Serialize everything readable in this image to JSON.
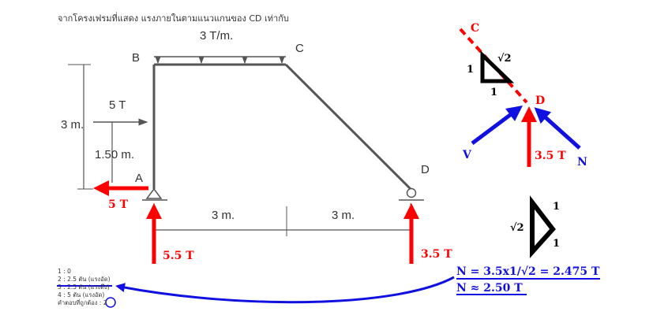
{
  "question": "จากโครงเฟรมที่แสดง แรงภายในตามแนวแกนของ CD เท่ากับ",
  "frame": {
    "load_label": "3 T/m.",
    "node_A": "A",
    "node_B": "B",
    "node_C": "C",
    "node_D": "D",
    "dim_height": "3 m.",
    "dim_mid": "1.50 m.",
    "horizontal_force": "5 T",
    "span_left": "3 m.",
    "span_right": "3 m."
  },
  "reactions": {
    "a_horizontal": "5 T",
    "a_vertical": "5.5 T",
    "d_vertical": "3.5 T"
  },
  "free_body": {
    "label_c": "C",
    "label_d": "D",
    "label_v": "V",
    "label_n": "N",
    "force": "3.5 T",
    "tri1_side_left": "1",
    "tri1_side_bottom": "1",
    "tri1_hyp": "√2",
    "tri2_side_top": "1",
    "tri2_side_bottom": "1",
    "tri2_hyp": "√2"
  },
  "solution": {
    "line1": "N = 3.5x1/√2 = 2.475 T",
    "line2": "N ≈ 2.50 T"
  },
  "choices": [
    "1 : 0",
    "2 : 2.5 ตัน (แรงอัด)",
    "3 : 2.5 ตัน (แรงดึง)",
    "4 : 5 ตัน (แรงอัด)"
  ],
  "answer_label": "คำตอบที่ถูกต้อง :",
  "answer_value": "2",
  "colors": {
    "red": "#ff0000",
    "blue": "#1010e0",
    "black": "#000000",
    "frame": "#555555"
  }
}
